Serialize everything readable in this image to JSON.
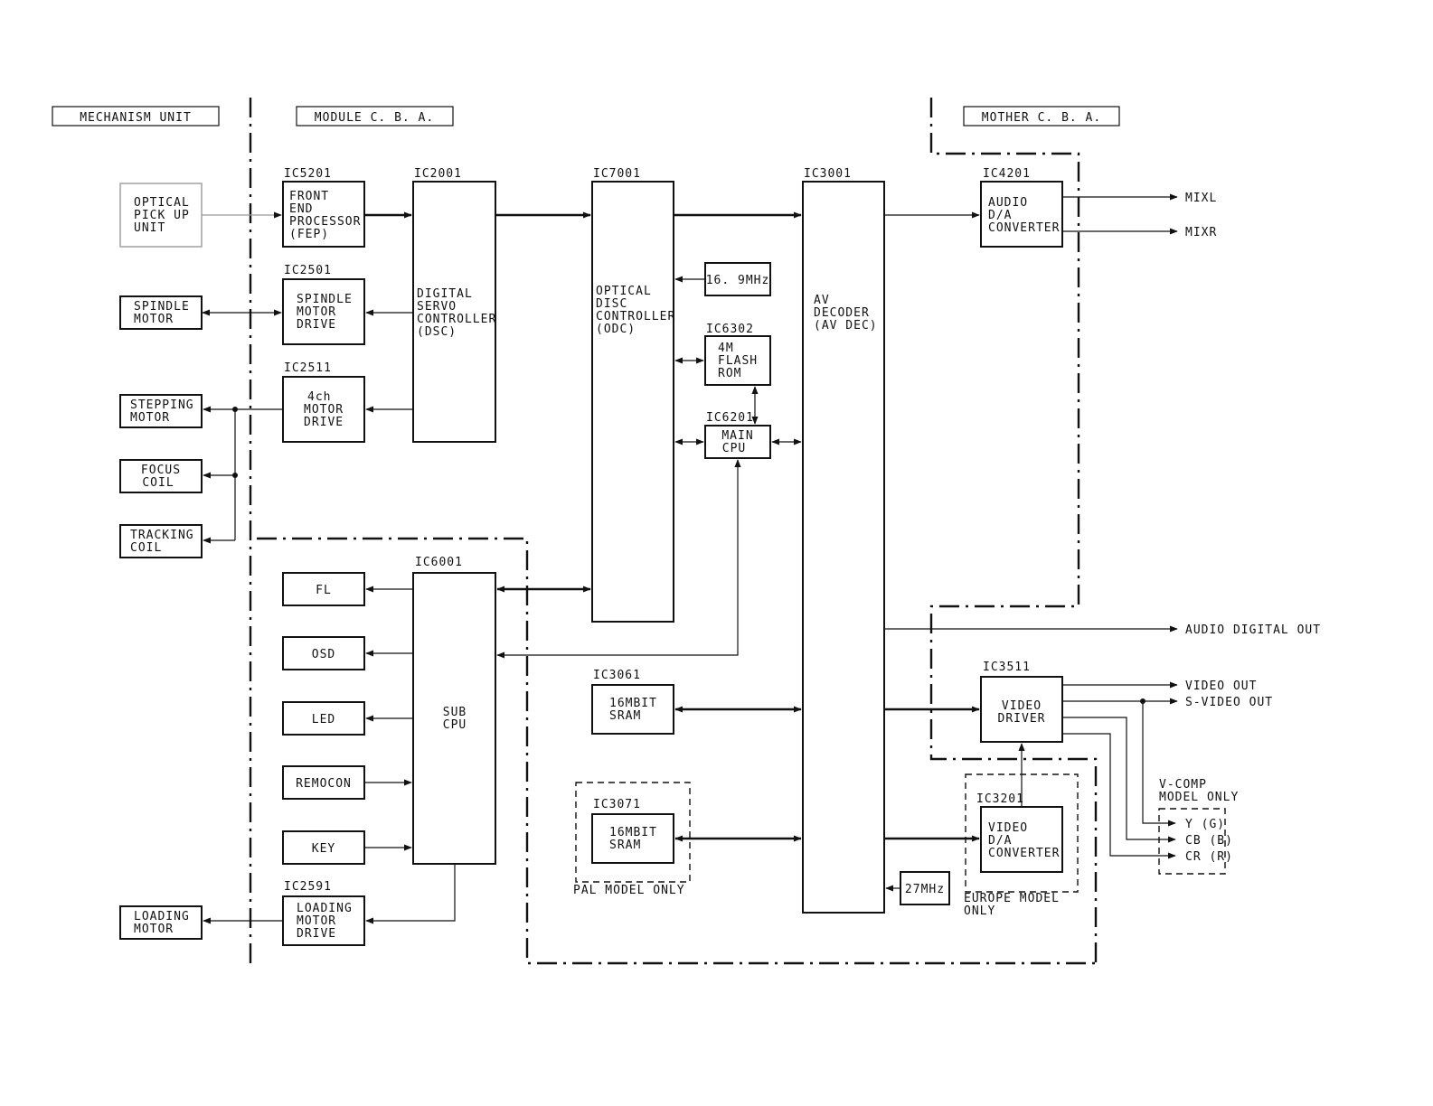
{
  "sections": {
    "mechanism": "MECHANISM UNIT",
    "module": "MODULE C. B. A.",
    "mother": "MOTHER C. B. A."
  },
  "ic_labels": {
    "ic5201": "IC5201",
    "ic2001": "IC2001",
    "ic7001": "IC7001",
    "ic3001": "IC3001",
    "ic4201": "IC4201",
    "ic2501": "IC2501",
    "ic2511": "IC2511",
    "ic6302": "IC6302",
    "ic6201": "IC6201",
    "ic6001": "IC6001",
    "ic3061": "IC3061",
    "ic3071": "IC3071",
    "ic3511": "IC3511",
    "ic3201": "IC3201",
    "ic2591": "IC2591"
  },
  "blocks": {
    "pickup": [
      "OPTICAL",
      "PICK UP",
      "UNIT"
    ],
    "spindle_motor": [
      "SPINDLE",
      "MOTOR"
    ],
    "stepping_motor": [
      "STEPPING",
      "MOTOR"
    ],
    "focus_coil": [
      "FOCUS",
      "COIL"
    ],
    "tracking_coil": [
      "TRACKING",
      "COIL"
    ],
    "loading_motor": [
      "LOADING",
      "MOTOR"
    ],
    "fep": [
      "FRONT",
      "END",
      "PROCESSOR",
      "(FEP)"
    ],
    "spindle_drive": [
      "SPINDLE",
      "MOTOR",
      "DRIVE"
    ],
    "motor_drive_4ch": [
      "4ch",
      "MOTOR",
      "DRIVE"
    ],
    "dsc": [
      "DIGITAL",
      "SERVO",
      "CONTROLLER",
      "(DSC)"
    ],
    "odc": [
      "OPTICAL",
      "DISC",
      "CONTROLLER",
      "(ODC)"
    ],
    "crystal_169": [
      "16. 9MHz"
    ],
    "flash_rom": [
      "4M",
      "FLASH",
      "ROM"
    ],
    "main_cpu": [
      "MAIN",
      "CPU"
    ],
    "av_decoder": [
      "AV",
      "DECODER",
      "(AV DEC)"
    ],
    "audio_dac": [
      "AUDIO",
      "D/A",
      "CONVERTER"
    ],
    "fl": [
      "FL"
    ],
    "osd": [
      "OSD"
    ],
    "led": [
      "LED"
    ],
    "remocon": [
      "REMOCON"
    ],
    "key": [
      "KEY"
    ],
    "sub_cpu": [
      "SUB",
      "CPU"
    ],
    "loading_drive": [
      "LOADING",
      "MOTOR",
      "DRIVE"
    ],
    "sram_3061": [
      "16MBIT",
      "SRAM"
    ],
    "sram_3071": [
      "16MBIT",
      "SRAM"
    ],
    "video_driver": [
      "VIDEO",
      "DRIVER"
    ],
    "video_dac": [
      "VIDEO",
      "D/A",
      "CONVERTER"
    ],
    "crystal_27": [
      "27MHz"
    ]
  },
  "outputs": {
    "mixl": "MIXL",
    "mixr": "MIXR",
    "audio_digital_out": "AUDIO DIGITAL OUT",
    "video_out": "VIDEO OUT",
    "s_video_out": "S-VIDEO OUT",
    "y": "Y (G)",
    "cb": "CB (B)",
    "cr": "CR (R)"
  },
  "notes": {
    "pal_model_only": "PAL MODEL ONLY",
    "europe_model_only": [
      "EUROPE MODEL",
      "ONLY"
    ],
    "vcomp_model_only": [
      "V-COMP",
      "MODEL ONLY"
    ]
  }
}
